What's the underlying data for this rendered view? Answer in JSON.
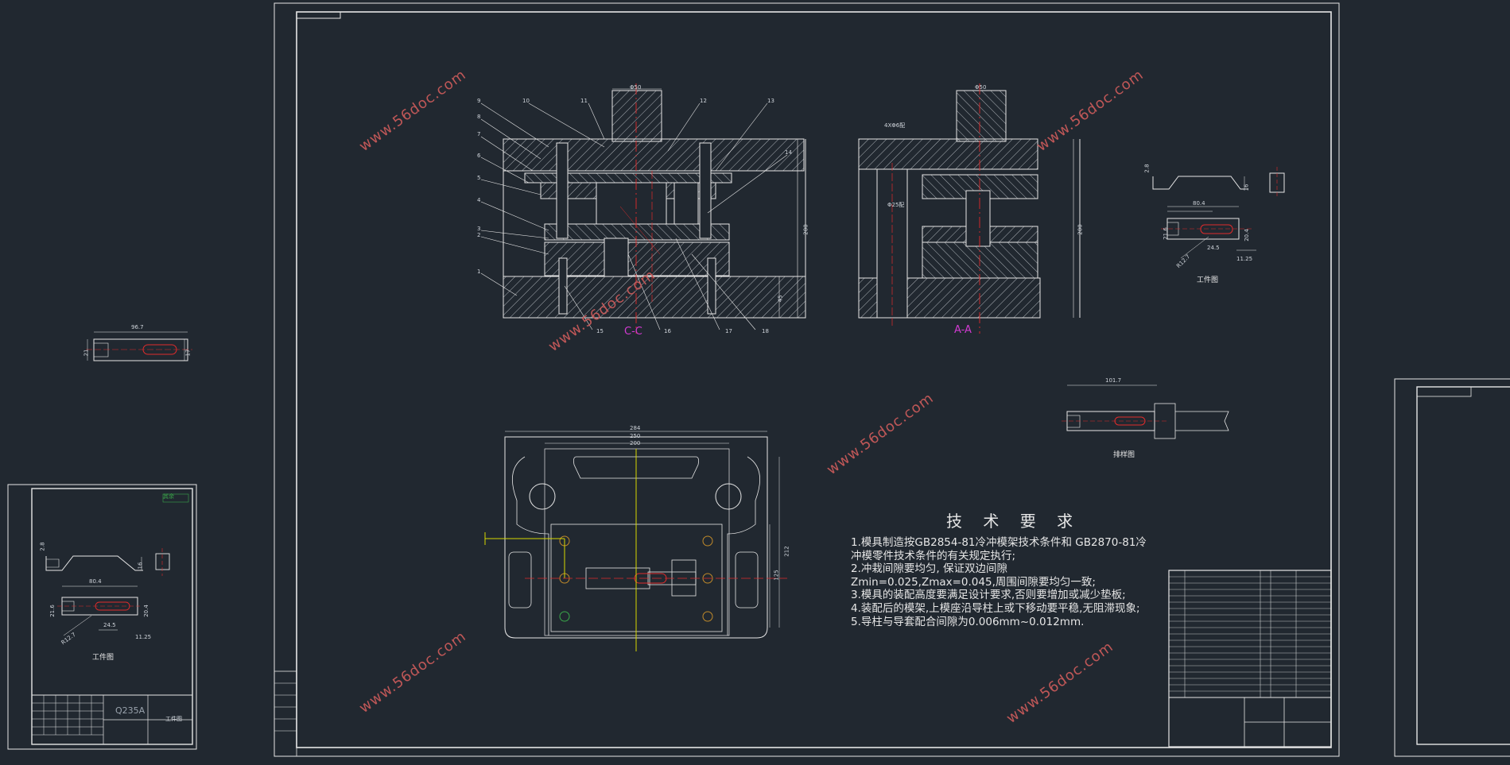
{
  "title": "",
  "tech_requirements": {
    "heading": "技 术 要 求",
    "lines": [
      "1.模具制造按GB2854-81冷冲模架技术条件和  GB2870-81冷",
      "冲模零件技术条件的有关规定执行;",
      "2.冲栽间隙要均匀, 保证双边间隙",
      "Zmin=0.025,Zmax=0.045,周围间隙要均匀一致;",
      "3.模具的装配高度要满足设计要求,否则要增加或减少垫板;",
      "4.装配后的模架,上模座沿导柱上或下移动要平稳,无阻滞现象;",
      "5.导柱与导套配合间隙为0.006mm~0.012mm."
    ]
  },
  "watermark_text": "www.56doc.com",
  "section_labels": {
    "front": "C-C",
    "side": "A-A"
  },
  "workpiece_label": "工件图",
  "scrap_label": "排样图",
  "material": "Q235A",
  "part_numbers": [
    "1",
    "2",
    "3",
    "4",
    "5",
    "6",
    "7",
    "8",
    "9",
    "10",
    "11",
    "12",
    "13",
    "14",
    "15",
    "16",
    "17",
    "18"
  ],
  "dims": {
    "front_dia": "Φ50",
    "front_height": "200",
    "front_bottom": "45",
    "side_dia": "Φ50",
    "side_height": "200",
    "side_pin": "4XΦ6配",
    "side_pin2": "Φ25配",
    "plan_w1": "284",
    "plan_w2": "250",
    "plan_w3": "200",
    "plan_h1": "212",
    "plan_h2": "125",
    "strip_len": "96.7",
    "strip_w1": "21",
    "strip_w2": "17",
    "scrap_len": "101.7",
    "wp_len": "80.4",
    "wp_w": "21.6",
    "wp_w2": "20.4",
    "wp_h": "16",
    "wp_step": "24.5",
    "wp_r": "11.25",
    "wp_hole": "2.8",
    "wp_slot": "R12.7",
    "corner_note": "其余"
  },
  "colors": {
    "background": "#212830",
    "line": "#e6e6e6",
    "centerline": "#e02b2b",
    "axis": "#d8d800",
    "section": "#d23ad2",
    "watermark": "#c85a5a",
    "hole": "#c08a2a",
    "hole_green": "#3aa84a"
  }
}
